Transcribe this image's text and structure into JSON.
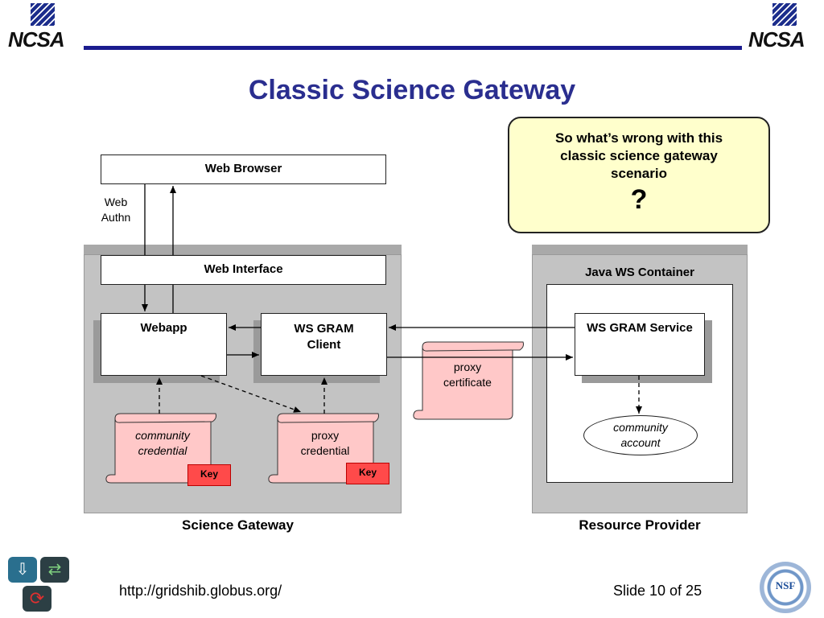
{
  "header": {
    "logo_left": "NCSA",
    "logo_right": "NCSA",
    "title": "Classic Science Gateway"
  },
  "callout": {
    "text": "So what’s wrong with this classic science gateway scenario",
    "mark": "?"
  },
  "diagram": {
    "web_browser": "Web Browser",
    "web_authn_line1": "Web",
    "web_authn_line2": "Authn",
    "web_interface": "Web Interface",
    "webapp": "Webapp",
    "ws_gram_client_line1": "WS GRAM",
    "ws_gram_client_line2": "Client",
    "community_credential_line1": "community",
    "community_credential_line2": "credential",
    "key1": "Key",
    "proxy_credential_line1": "proxy",
    "proxy_credential_line2": "credential",
    "key2": "Key",
    "proxy_certificate_line1": "proxy",
    "proxy_certificate_line2": "certificate",
    "java_ws_container": "Java WS Container",
    "ws_gram_service": "WS GRAM Service",
    "community_account_line1": "community",
    "community_account_line2": "account",
    "science_gateway": "Science Gateway",
    "resource_provider": "Resource Provider"
  },
  "footer": {
    "url": "http://gridshib.globus.org/",
    "slide": "Slide 10 of 25",
    "nsf_logo": "NSF"
  },
  "colors": {
    "title": "#2a2e8f",
    "rule": "#1b1c8e",
    "callout_fill": "#ffffcc",
    "scroll_fill": "#ffc8c8",
    "key_fill": "#ff4a4a",
    "panel": "#c3c3c3"
  }
}
